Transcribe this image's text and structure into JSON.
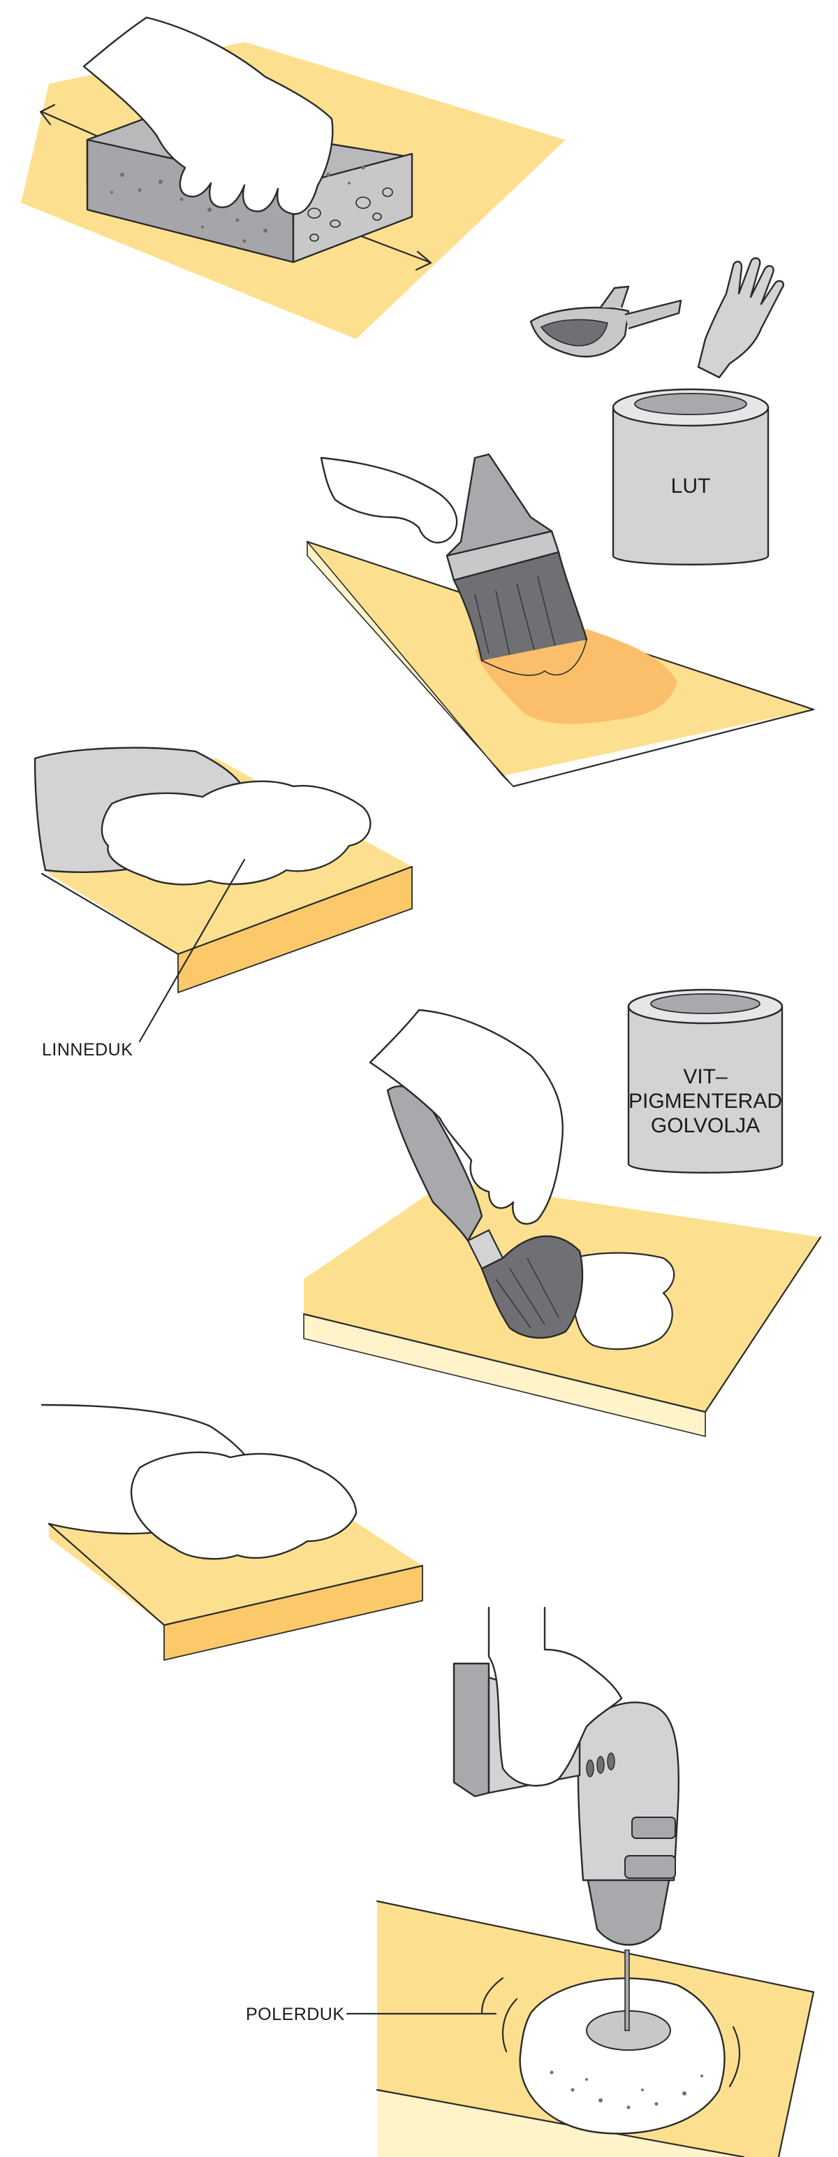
{
  "labels": {
    "lut": "LUT",
    "linneduk": "LINNEDUK",
    "vit_line1": "VIT–",
    "vit_line2": "PIGMENTERAD",
    "vit_line3": "GOLVOLJA",
    "polerduk": "POLERDUK"
  },
  "colors": {
    "wood_top": "#fde08f",
    "wood_edge": "#fbc86a",
    "wood_edge_light": "#fef3c9",
    "stain": "#fbbf6b",
    "gray_light": "#d3d3d5",
    "gray_mid": "#a9a9ad",
    "gray_dark": "#6f6f74",
    "outline": "#2a2a2a"
  },
  "icons": [
    "sanding-block-icon",
    "safety-goggles-icon",
    "glove-icon",
    "paint-can-icon",
    "paint-brush-icon",
    "cloth-icon",
    "drill-icon",
    "polishing-pad-icon"
  ]
}
